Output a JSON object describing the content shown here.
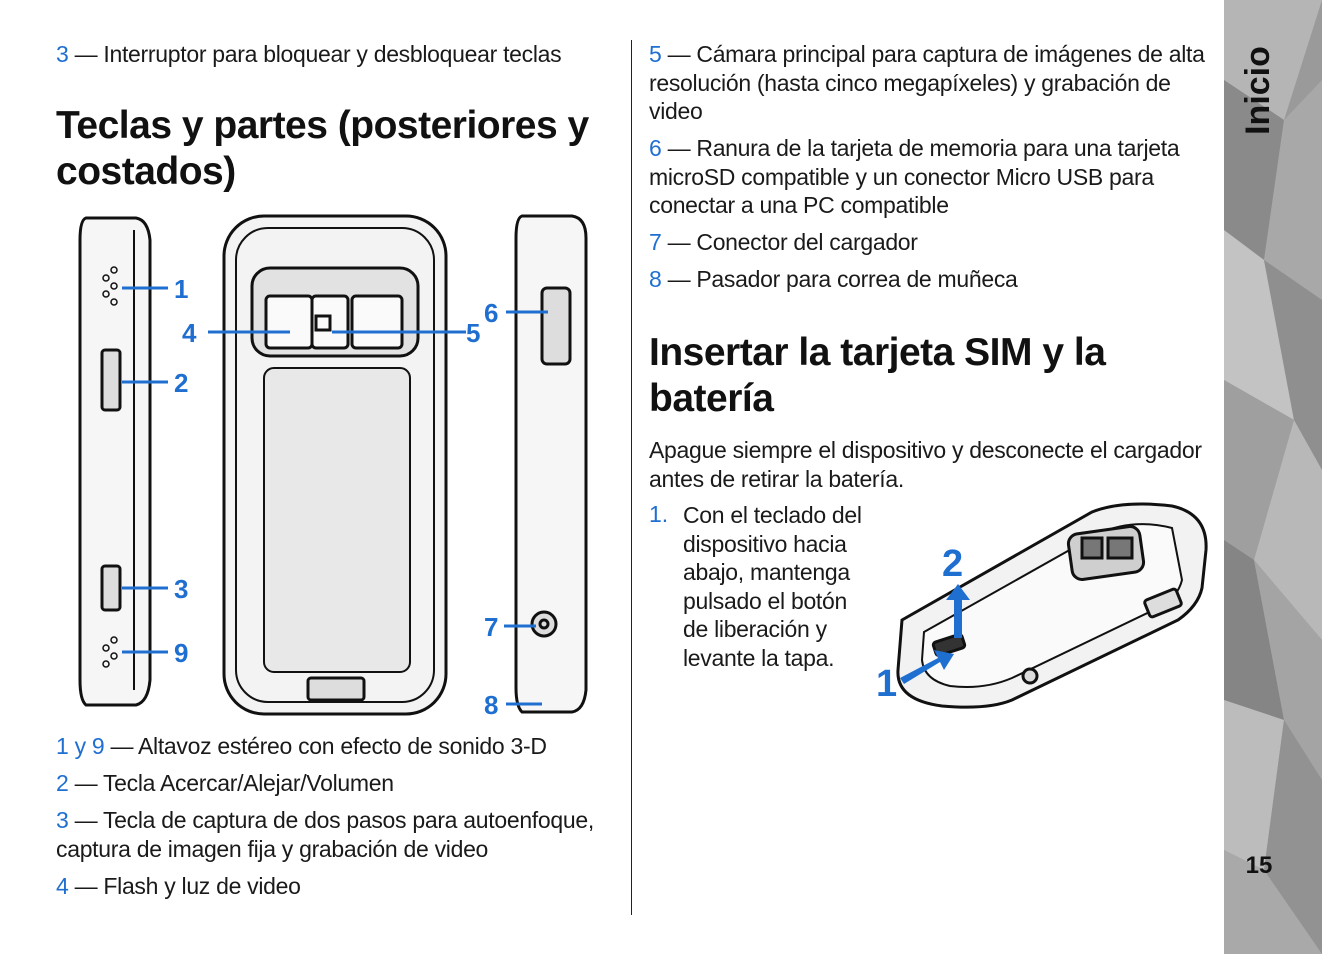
{
  "left_column": {
    "intro_item": {
      "num": "3",
      "text": " — Interruptor para bloquear y desbloquear teclas"
    },
    "heading": "Teclas y partes (posteriores y costados)",
    "figure_callouts": [
      "1",
      "2",
      "3",
      "4",
      "5",
      "6",
      "7",
      "8",
      "9"
    ],
    "items": [
      {
        "num": "1 y 9",
        "text": " — Altavoz estéreo con efecto de sonido 3-D"
      },
      {
        "num": "2",
        "text": " — Tecla Acercar/Alejar/Volumen"
      },
      {
        "num": "3",
        "text": " — Tecla de captura de dos pasos para autoenfoque, captura de imagen fija y grabación de video"
      },
      {
        "num": "4",
        "text": " — Flash y luz de video"
      }
    ]
  },
  "right_column": {
    "items": [
      {
        "num": "5",
        "text": " — Cámara principal para captura de imágenes de alta resolución (hasta cinco megapíxeles) y grabación de video"
      },
      {
        "num": "6",
        "text": " — Ranura de la tarjeta de memoria para una tarjeta microSD compatible y un conector Micro USB para conectar a una PC compatible"
      },
      {
        "num": "7",
        "text": " — Conector del cargador"
      },
      {
        "num": "8",
        "text": " — Pasador para correa de muñeca"
      }
    ],
    "heading": "Insertar la tarjeta SIM y la batería",
    "paragraph": "Apague siempre el dispositivo y desconecte el cargador antes de retirar la batería.",
    "step": {
      "num": "1.",
      "text": "Con el teclado del dispositivo hacia abajo, mantenga pulsado el botón de liberación y levante la tapa."
    },
    "figure_callouts": [
      "1",
      "2"
    ]
  },
  "sidebar": {
    "section_title": "Inicio",
    "page_number": "15"
  },
  "colors": {
    "accent": "#1f6fd1",
    "sidebar_gray": "#9a9a9a"
  }
}
